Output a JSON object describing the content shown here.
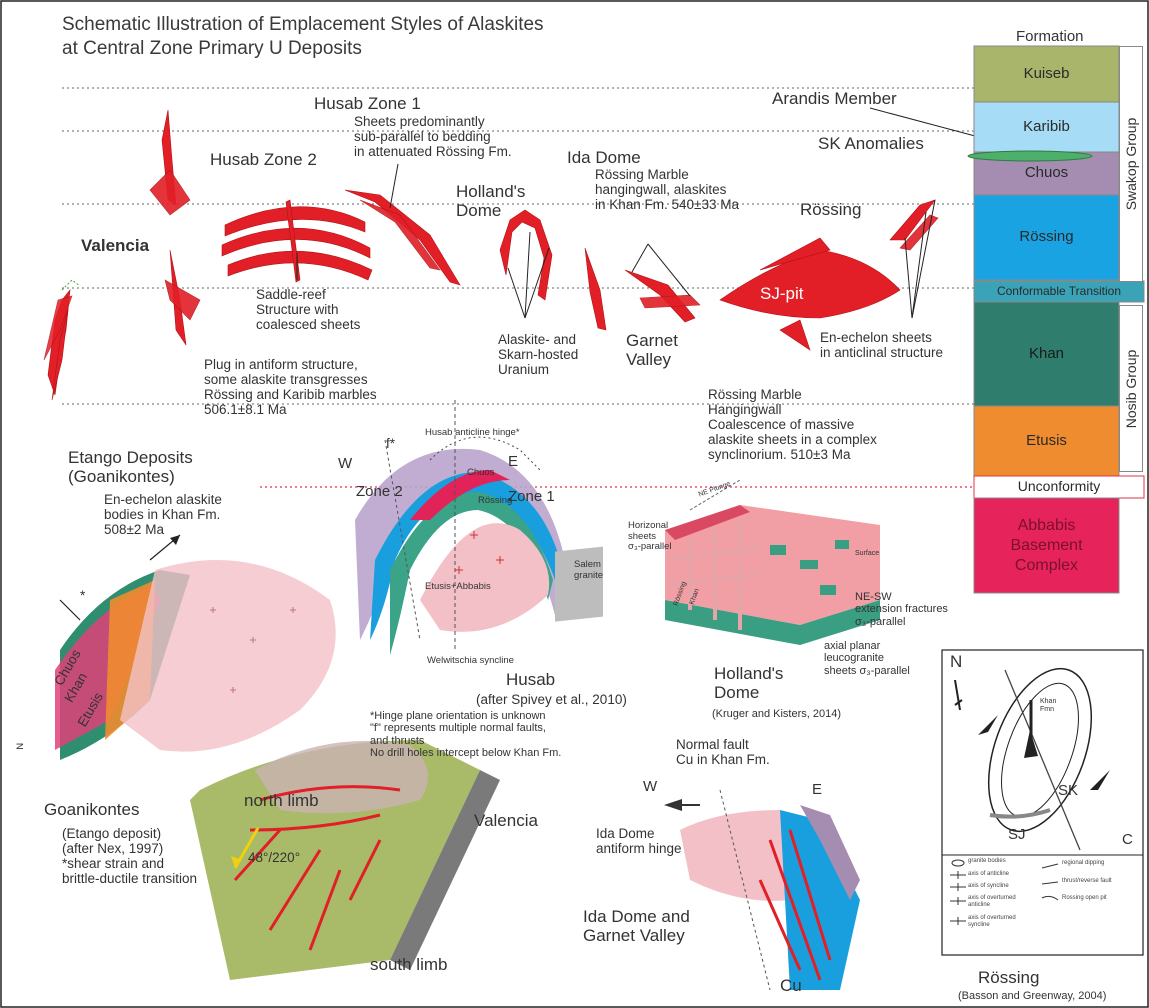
{
  "title": {
    "line1": "Schematic Illustration of Emplacement Styles of Alaskites",
    "line2": "at Central Zone Primary U Deposits"
  },
  "column": {
    "header": "Formation",
    "units": [
      {
        "name": "Kuiseb",
        "color": "#a9b56a"
      },
      {
        "name": "Karibib",
        "color": "#a6dcf5"
      },
      {
        "name": "Chuos",
        "color": "#a58db2"
      },
      {
        "name": "Rössing",
        "color": "#1aa3e2"
      },
      {
        "name": "Conformable Transition",
        "color": "#3aa3b8"
      },
      {
        "name": "Khan",
        "color": "#2f7d6d"
      },
      {
        "name": "Etusis",
        "color": "#ef8c2f"
      },
      {
        "name": "Unconformity",
        "color": "#ffffff"
      },
      {
        "name": "Abbabis Basement Complex",
        "color": "#e6235a"
      }
    ],
    "swakop_group": "Swakop Group",
    "nosib_group": "Nosib Group",
    "arandis_member": "Arandis Member",
    "sk_anomalies": "SK Anomalies"
  },
  "top_labels": {
    "husab_zone_1": "Husab Zone 1",
    "husab_zone_1_desc": "Sheets predominantly\nsub-parallel to bedding\nin attenuated Rössing Fm.",
    "husab_zone_2": "Husab Zone 2",
    "ida_dome": "Ida Dome",
    "ida_dome_desc": "Rössing Marble\nhangingwall, alaskites\nin Khan Fm. 540±33 Ma",
    "hollands_dome": "Holland's\nDome",
    "rossing": "Rössing",
    "valencia": "Valencia",
    "saddle_reef": "Saddle-reef\nStructure with\ncoalesced sheets",
    "alaskite_skarn": "Alaskite- and\nSkarn-hosted\nUranium",
    "garnet_valley": "Garnet\nValley",
    "sj_pit": "SJ-pit",
    "en_echelon_anticlinal": "En-echelon sheets\nin anticlinal structure",
    "plug_desc": "Plug in antiform structure,\nsome alaskite transgresses\nRössing and Karibib marbles\n506.1±8.1 Ma",
    "rossing_marble_desc": "Rössing Marble\nHangingwall\nCoalescence of  massive\nalaskite sheets in a complex\nsynclinorium. 510±3 Ma",
    "etango_deposits": "Etango Deposits\n(Goanikontes)",
    "etango_desc": "En-echelon alaskite\nbodies in Khan Fm.\n508±2 Ma"
  },
  "husab_section": {
    "f_star": "f*",
    "hinge": "Husab anticline hinge*",
    "w": "W",
    "e": "E",
    "chuos": "Chuos",
    "zone_2": "Zone 2",
    "zone_1": "Zone 1",
    "rossing": "Rössing",
    "salem_granite": "Salem\ngranite",
    "etusis_abbabis": "Etusis+Abbabis",
    "welwitschia": "Welwitschia syncline",
    "husab": "Husab",
    "after": "(after Spivey et al., 2010)",
    "notes": "*Hinge plane orientation is unknown\n\"f\" represents multiple normal faults,\nand thrusts\nNo drill holes intercept below Khan Fm."
  },
  "hollands_block": {
    "ne_plunge": "NE Plunge",
    "horizontal": "Horizonal\nsheets\nσ₃-parallel",
    "surface": "Surface",
    "rossing": "Rössing",
    "khan": "Khan",
    "ne_sw": "NE-SW\nextension fractures\nσ₃-parallel",
    "axial": "axial planar\nleucogranite\nsheets σ₃-parallel",
    "title": "Holland's\nDome",
    "after": "(Kruger and Kisters, 2014)"
  },
  "goanikontes": {
    "star": "*",
    "chuos": "Chuos",
    "khan": "Khan",
    "etusis": "Etusis",
    "n": "N",
    "title": "Goanikontes",
    "sub": "(Etango deposit)\n(after Nex, 1997)\n*shear strain and\nbrittle-ductile transition"
  },
  "valencia_block": {
    "north_limb": "north limb",
    "valencia": "Valencia",
    "south_limb": "south limb",
    "angle": "48°/220°"
  },
  "ida_section": {
    "normal_fault": "Normal fault\nCu in Khan Fm.",
    "w": "W",
    "e": "E",
    "hinge": "Ida Dome\nantiform hinge",
    "title": "Ida Dome and\nGarnet Valley",
    "cu": "Cu"
  },
  "rossing_map": {
    "n": "N",
    "sk": "SK",
    "sj": "SJ",
    "c": "C",
    "title": "Rössing",
    "after": "(Basson and Greenway, 2004)",
    "inner_label": "Khan\nFmn",
    "legend": [
      "granite bodies",
      "axis of anticline",
      "axis of syncline",
      "axis of overturned\nanticline",
      "axis of overturned\nsyncline",
      "regional dipping",
      "thrust/reverse fault",
      "Rossing open pit"
    ]
  }
}
